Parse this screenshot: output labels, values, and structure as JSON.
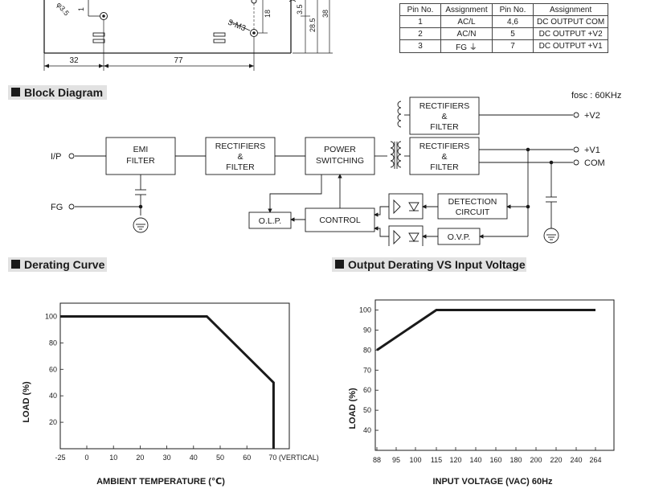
{
  "mechanical": {
    "dim_32": "32",
    "dim_77": "77",
    "dim_35": "3.5",
    "dim_285": "28.5",
    "dim_38": "38",
    "dim_18": "18",
    "dim_1": "1",
    "dim_phi": "φ3.5",
    "screw": "3-M3"
  },
  "pin_table": {
    "headers": [
      "Pin No.",
      "Assignment",
      "Pin No.",
      "Assignment"
    ],
    "rows": [
      [
        "1",
        "AC/L",
        "4,6",
        "DC OUTPUT COM"
      ],
      [
        "2",
        "AC/N",
        "5",
        "DC OUTPUT +V2"
      ],
      [
        "3",
        "FG ⏚",
        "7",
        "DC OUTPUT +V1"
      ]
    ]
  },
  "sections": {
    "block_diagram": "Block Diagram",
    "derating": "Derating Curve",
    "output_derating": "Output Derating VS Input Voltage"
  },
  "block_diagram": {
    "fosc": "fosc : 60KHz",
    "ip": "I/P",
    "fg": "FG",
    "emi1": "EMI",
    "emi2": "FILTER",
    "rect_in1": "RECTIFIERS",
    "rect_in2": "&",
    "rect_in3": "FILTER",
    "psw1": "POWER",
    "psw2": "SWITCHING",
    "rect_v2_1": "RECTIFIERS",
    "rect_v2_2": "&",
    "rect_v2_3": "FILTER",
    "rect_v1_1": "RECTIFIERS",
    "rect_v1_2": "&",
    "rect_v1_3": "FILTER",
    "out_v2": "+V2",
    "out_v1": "+V1",
    "out_com": "COM",
    "olp": "O.L.P.",
    "control": "CONTROL",
    "det1": "DETECTION",
    "det2": "CIRCUIT",
    "ovp": "O.V.P."
  },
  "chart_data": [
    {
      "type": "line",
      "x_ticks": [
        "-25",
        "0",
        "10",
        "20",
        "30",
        "40",
        "50",
        "60",
        "70 (VERTICAL)"
      ],
      "x_tick_values": [
        -25,
        0,
        10,
        20,
        30,
        40,
        50,
        60,
        70
      ],
      "y_ticks": [
        "20",
        "40",
        "60",
        "80",
        "100"
      ],
      "y_tick_values": [
        20,
        40,
        60,
        80,
        100
      ],
      "series": [
        {
          "x": [
            -25,
            45,
            70,
            70
          ],
          "y": [
            100,
            100,
            50,
            0
          ]
        }
      ],
      "xlabel": "AMBIENT TEMPERATURE (℃)",
      "ylabel": "LOAD (%)",
      "xlim": [
        -25,
        75
      ],
      "ylim": [
        0,
        110
      ],
      "grid": false
    },
    {
      "type": "line",
      "x_ticks": [
        "88",
        "95",
        "100",
        "115",
        "120",
        "140",
        "160",
        "180",
        "200",
        "220",
        "240",
        "264"
      ],
      "y_ticks": [
        "40",
        "50",
        "60",
        "70",
        "80",
        "90",
        "100"
      ],
      "y_tick_values": [
        40,
        50,
        60,
        70,
        80,
        90,
        100
      ],
      "series": [
        {
          "x": [
            88,
            115,
            264
          ],
          "y": [
            80,
            100,
            100
          ]
        }
      ],
      "xlabel": "INPUT VOLTAGE (VAC) 60Hz",
      "ylabel": "LOAD (%)",
      "ylim": [
        30,
        105
      ],
      "grid": false
    }
  ]
}
